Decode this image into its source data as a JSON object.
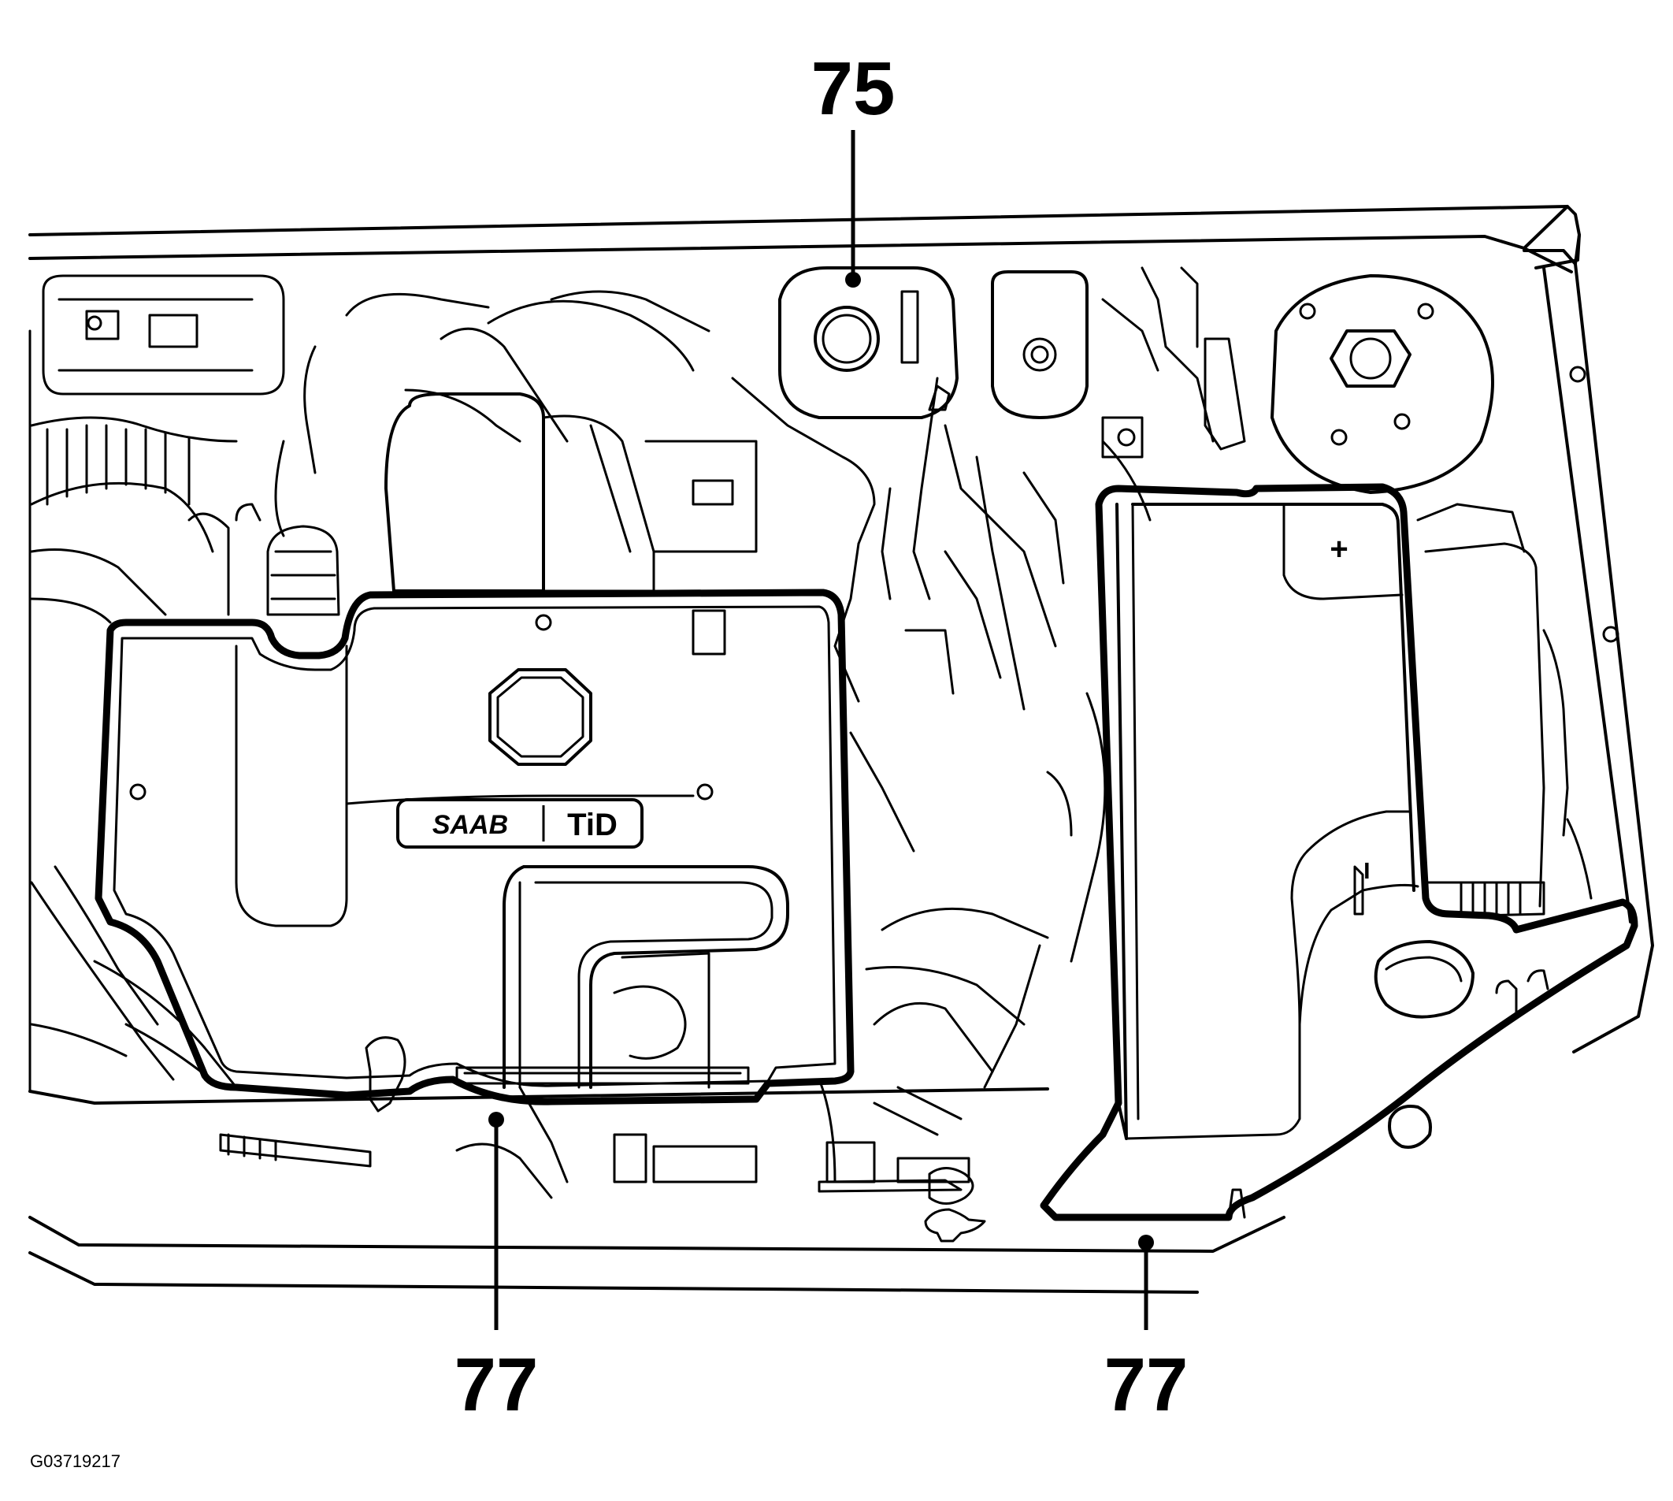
{
  "callouts": [
    {
      "label": "75"
    },
    {
      "label": "77"
    },
    {
      "label": "77"
    }
  ],
  "engine_cover_badge": {
    "brand": "SAAB",
    "model": "TiD"
  },
  "battery_terminals": {
    "positive": "+",
    "negative": "−"
  },
  "figure_id": "G03719217",
  "colors": {
    "line": "#000000",
    "background": "#ffffff"
  }
}
